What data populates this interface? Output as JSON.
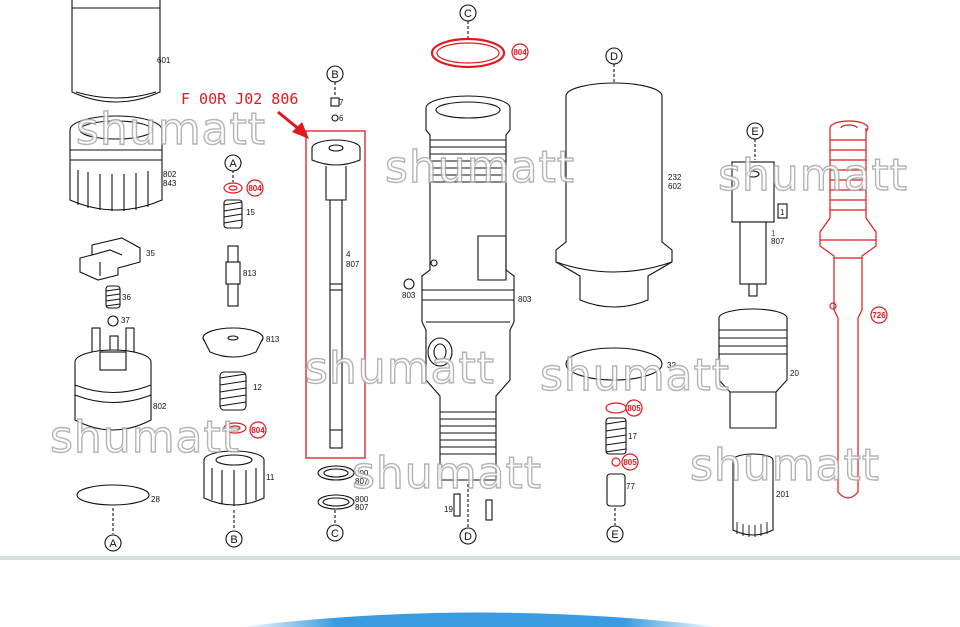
{
  "part_number": "F 00R J02 806",
  "watermark": "shumatt",
  "connectors": {
    "A": "A",
    "B": "B",
    "C": "C",
    "D": "D",
    "E": "E"
  },
  "labels": {
    "l601": "601",
    "l802a": "802",
    "l843": "843",
    "l35": "35",
    "l36": "36",
    "l37": "37",
    "l802b": "802",
    "l28": "28",
    "l804a": "804",
    "l15": "15",
    "l813a": "813",
    "l813b": "813",
    "l12": "12",
    "l804b": "804",
    "l11": "11",
    "l7": "7",
    "l6": "6",
    "l4": "4",
    "l807": "807",
    "l800a": "800",
    "l807a": "807",
    "l800b": "800",
    "l807b": "807",
    "l804c": "804",
    "l803a": "803",
    "l803b": "803",
    "l19": "19",
    "l232": "232",
    "l602": "602",
    "l32": "32",
    "l805a": "805",
    "l17": "17",
    "l805b": "805",
    "l77": "77",
    "l1": "1",
    "l1b": "1",
    "l807e": "807",
    "l20": "20",
    "l201": "201",
    "l726": "726"
  },
  "colors": {
    "highlight": "#e0191f",
    "line": "#111111",
    "band": "#d9dde3",
    "wave": "#3a9be0"
  }
}
